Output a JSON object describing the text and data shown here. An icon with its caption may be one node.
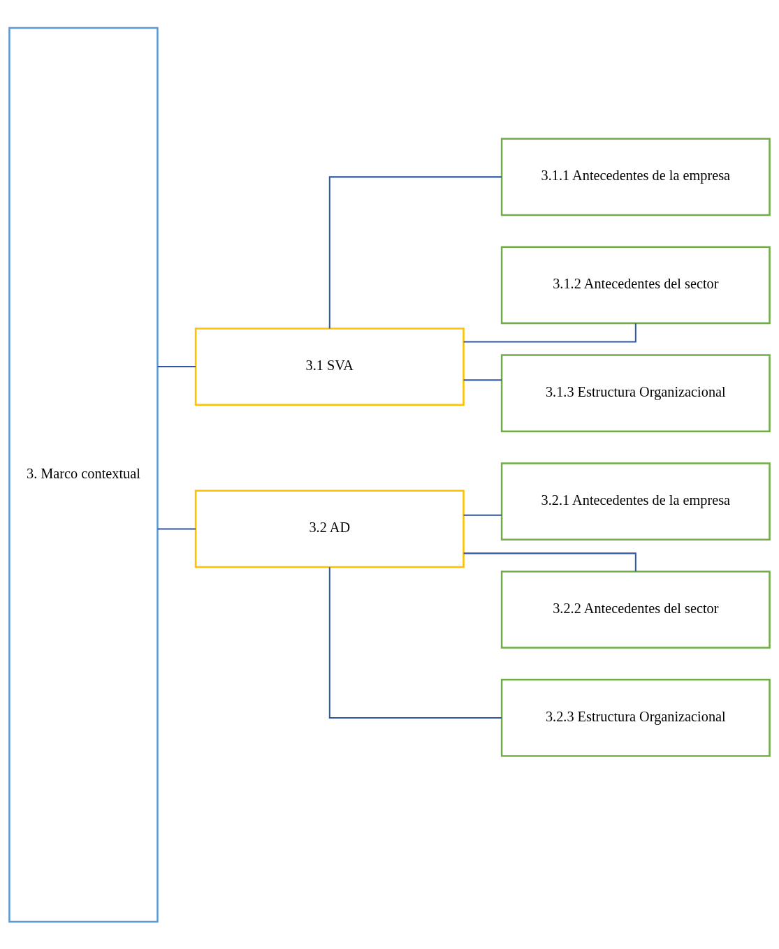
{
  "diagram": {
    "nodes": [
      {
        "text": [
          "3. Marco contextual"
        ]
      },
      {
        "text": [
          "3.1 SVA"
        ]
      },
      {
        "text": [
          "3.1.1 Antecedentes de la empresa"
        ]
      },
      {
        "text": [
          "3.1.2 Antecedentes del sector"
        ]
      },
      {
        "text": [
          "3.1.3 Estructura Organizacional"
        ]
      },
      {
        "text": [
          "3.2 AD"
        ]
      },
      {
        "text": [
          "3.2.1 Antecedentes de la empresa"
        ]
      },
      {
        "text": [
          "3.2.2 Antecedentes del sector"
        ]
      },
      {
        "text": [
          "3.2.3 Estructura Organizacional"
        ]
      }
    ],
    "edges": [
      {
        "from": 0,
        "to": 1,
        "arrow": "none"
      },
      {
        "from": 0,
        "to": 5,
        "arrow": "none"
      },
      {
        "from": 1,
        "to": 2,
        "arrow": "none"
      },
      {
        "from": 1,
        "to": 3,
        "arrow": "none"
      },
      {
        "from": 1,
        "to": 4,
        "arrow": "none"
      },
      {
        "from": 5,
        "to": 6,
        "arrow": "none"
      },
      {
        "from": 5,
        "to": 7,
        "arrow": "none"
      },
      {
        "from": 5,
        "to": 8,
        "arrow": "none"
      }
    ]
  }
}
